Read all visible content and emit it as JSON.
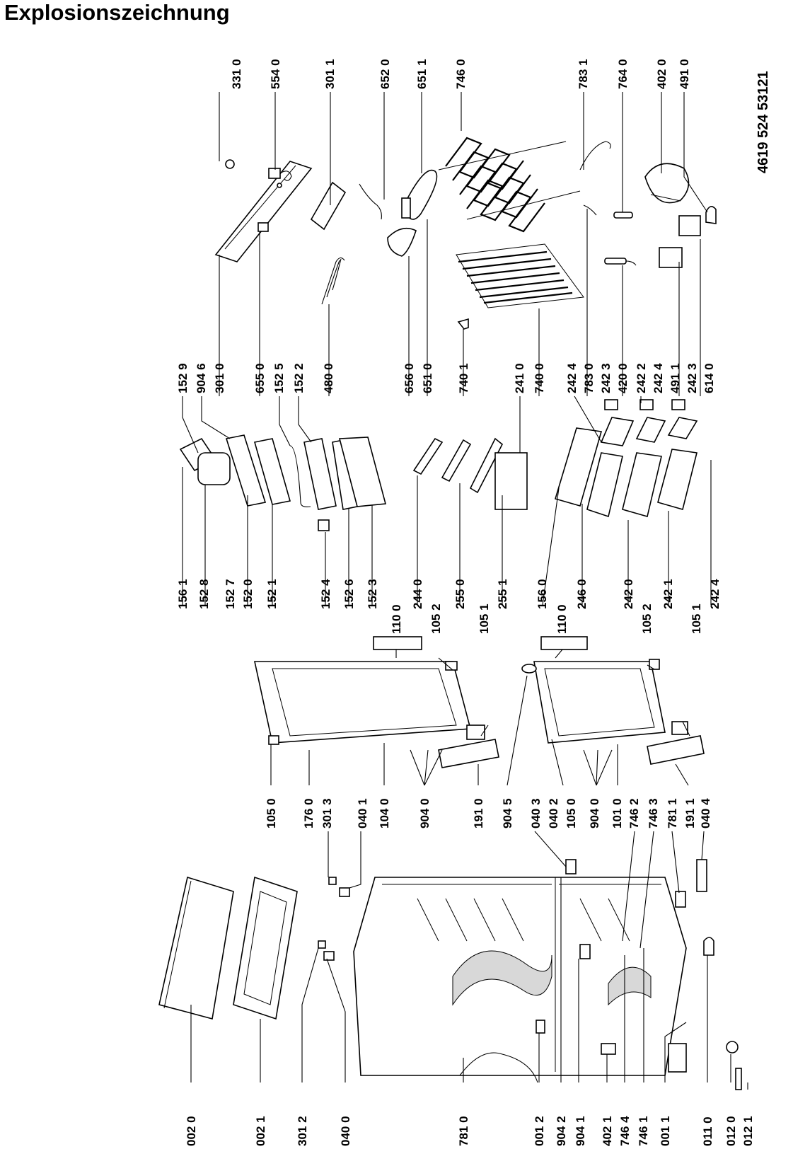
{
  "title": "Explosionszeichnung",
  "document_number": "4619 524 53121",
  "colors": {
    "ink": "#000000",
    "paper": "#ffffff"
  },
  "label_columns": [
    {
      "id": "col-top-right",
      "labels": [
        "331 0",
        "554 0",
        "301 1",
        "652 0",
        "651 1",
        "746 0",
        "783 1",
        "764 0",
        "402 0",
        "491 0"
      ]
    },
    {
      "id": "col-middle-right",
      "labels": [
        "152 9",
        "904 6",
        "301 0",
        "655 0",
        "152 5",
        "152 2",
        "480 0",
        "656 0",
        "651 0",
        "740 1",
        "241 0",
        "740 0",
        "242 4",
        "783 0",
        "242 3",
        "420 0",
        "242 2",
        "242 4",
        "491 1",
        "242 3",
        "614 0"
      ]
    },
    {
      "id": "col-middle",
      "labels": [
        "156 1",
        "152 8",
        "152 7",
        "152 0",
        "152 1",
        "152 4",
        "152 6",
        "152 3",
        "110 0",
        "244 0",
        "105 2",
        "255 0",
        "105 1",
        "255 1",
        "156 0",
        "110 0",
        "246 0",
        "242 0",
        "105 2",
        "242 1",
        "105 1",
        "242 4"
      ]
    },
    {
      "id": "col-lower-middle",
      "labels": [
        "105 0",
        "176 0",
        "301 3",
        "040 1",
        "104 0",
        "904 0",
        "191 0",
        "904 5",
        "040 3",
        "040 2",
        "105 0",
        "904 0",
        "101 0",
        "746 2",
        "746 3",
        "781 1",
        "191 1",
        "040 4"
      ]
    },
    {
      "id": "col-bottom",
      "labels": [
        "002 0",
        "002 1",
        "301 2",
        "040 0",
        "781 0",
        "001 2",
        "904 2",
        "904 1",
        "402 1",
        "746 4",
        "746 1",
        "001 1",
        "011 0",
        "012 0",
        "012 1"
      ]
    }
  ]
}
